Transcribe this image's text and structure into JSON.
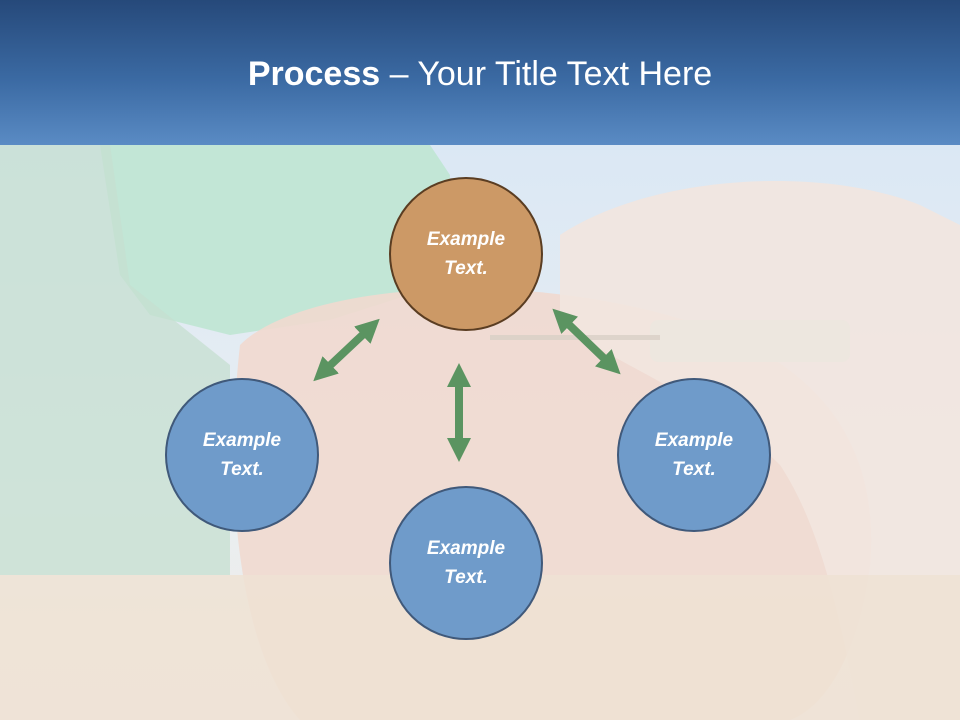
{
  "slide": {
    "title_bold": "Process",
    "title_rest": " – Your Title Text Here"
  },
  "nodes": {
    "top": "Example\nText.",
    "left": "Example\nText.",
    "right": "Example\nText.",
    "bottom": "Example\nText."
  },
  "colors": {
    "header_dark": "#26497a",
    "header_light": "#5a8bc4",
    "node_blue": "#6f9bca",
    "node_orange": "#cc9966",
    "arrow_green": "#5b9461"
  }
}
